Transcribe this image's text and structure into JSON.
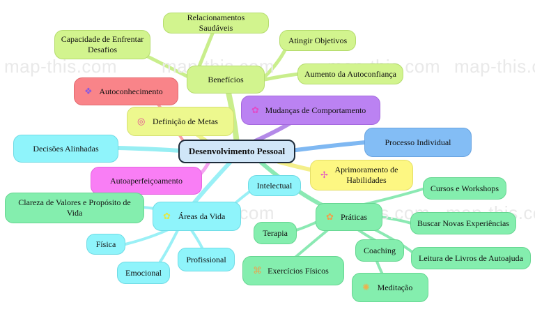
{
  "watermark": "map-this.com",
  "root": {
    "label": "Desenvolvimento Pessoal"
  },
  "nodes": {
    "beneficios": "Benefícios",
    "relacionamentos": "Relacionamentos Saudáveis",
    "desafios": "Capacidade de Enfrentar Desafios",
    "objetivos": "Atingir Objetivos",
    "autoconfianca": "Aumento da Autoconfiança",
    "autoconhecimento": "Autoconhecimento",
    "metas": "Definição de Metas",
    "mudancas": "Mudanças de Comportamento",
    "processo": "Processo Individual",
    "decisoes": "Decisões Alinhadas",
    "aprimoramento": "Aprimoramento de Habilidades",
    "autoaperfeicoamento": "Autoaperfeiçoamento",
    "areas": "Áreas da Vida",
    "intelectual": "Intelectual",
    "clareza": "Clareza de Valores e Propósito de Vida",
    "fisica": "Física",
    "emocional": "Emocional",
    "profissional": "Profissional",
    "praticas": "Práticas",
    "cursos": "Cursos e Workshops",
    "experiencias": "Buscar Novas Experiências",
    "terapia": "Terapia",
    "coaching": "Coaching",
    "leitura": "Leitura de Livros de Autoajuda",
    "exercicios": "Exercícios Físicos",
    "meditacao": "Meditação"
  },
  "icons": {
    "autoconhecimento": "sparkle-icon",
    "metas": "target-icon",
    "mudancas": "gear-icon",
    "aprimoramento": "pinwheel-icon",
    "areas": "flower-icon",
    "praticas": "flower-icon",
    "exercicios": "dumbbell-icon",
    "meditacao": "sun-icon"
  },
  "colors": {
    "green": "#d2f48e",
    "mint": "#84eeae",
    "cyan": "#8ff4fb",
    "blue": "#83bdf5",
    "purple": "#bb82f2",
    "pink": "#f97ef5",
    "red": "#f98489",
    "yellow": "#fdf782",
    "root": "#d0e6f8"
  }
}
